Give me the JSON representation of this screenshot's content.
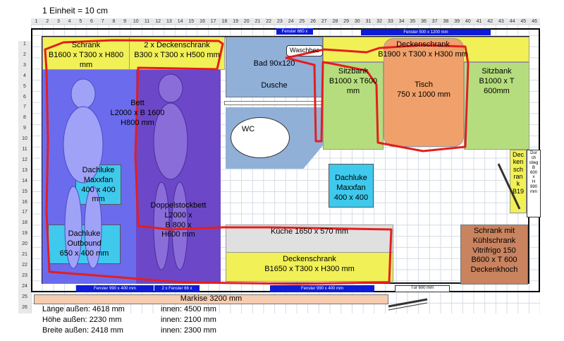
{
  "scale_note": "1 Einheit = 10 cm",
  "windows": {
    "top_left": "Fenster 660 x",
    "top_right": "Fenster 500 x 1200 mm",
    "bottom_1": "Fenster 990 x 400 mm",
    "bottom_2": "2 x Fenster 66 x",
    "bottom_3": "Fenster 990 x 400 mm",
    "door": "Tür 600 mm"
  },
  "labels": {
    "schrank": "Schrank\nB1600 x T300 x H800\nmm",
    "deckenschrank_top": "2 x Deckenschrank\nB300 x T300 x H500 mm",
    "bad": "Bad 90x120",
    "dusche": "Dusche",
    "waschbecken": "Waschbec",
    "wc": "WC",
    "sitzbank_left": "Sitzbank\nB1000 x T600\nmm",
    "deckenschrank_right": "Deckenschrank\nB1900 x T300 x H300 mm",
    "tisch": "Tisch\n750 x 1000 mm",
    "sitzbank_right": "Sitzbank\nB1000 x T\n600mm",
    "bett": "Bett\nL2000 x B 1600\nH800 mm",
    "doppelstockbett": "Doppelstockbett\nL2000 x\nB 800 x\nH600 mm",
    "dachluke_left": "Dachluke\nMaxxfan\n400 x 400\nmm",
    "dachluke_mid": "Dachluke\nMaxxfan\n400 x 400",
    "dachluke_outbound": "Dachluke\nOutbound\n650 x 400 mm",
    "kueche": "Küche 1650 x 570 mm",
    "deckenschrank_bottom": "Deckenschrank\nB1650 x T300 x H300 mm",
    "kuehlschrank": "Schrank mit\nKühlschrank\nVitrifrigo 150\nB600 x T 600\nDeckenkhoch",
    "deckenschrank_small": "Dec\nken\nsch\nran\nk\nB19",
    "durchstieg": "Dur\nch\nstieg\nB\n600\nx\nH\n990\nmm",
    "markise": "Markise 3200 mm"
  },
  "dimensions": [
    {
      "label": "Länge außen: 4618 mm",
      "inner": "innen: 4500 mm"
    },
    {
      "label": "Höhe außen: 2230 mm",
      "inner": "innen: 2100 mm"
    },
    {
      "label": "Breite außen: 2418 mm",
      "inner": "innen: 2300 mm"
    }
  ],
  "colors": {
    "yellow": "#f1f057",
    "green": "#b6dd7d",
    "bath": "#90b0d8",
    "orange": "#f0a06a",
    "blue_bed": "#6b6bee",
    "purple_bed": "#6c48c8",
    "cyan": "#3fc9ec",
    "brown": "#c9835f",
    "markise": "#f6cdb0",
    "window": "#0d1cd6",
    "red_marker": "#e41e1e"
  }
}
